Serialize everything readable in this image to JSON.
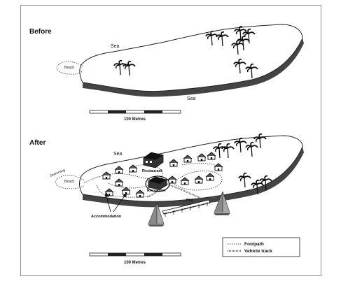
{
  "map": {
    "before": {
      "heading": "Before",
      "labels": {
        "sea_top": "Sea",
        "sea_bottom": "Sea",
        "beach": "Beach"
      },
      "scale": {
        "label": "100 Metres"
      }
    },
    "after": {
      "heading": "After",
      "labels": {
        "sea_top": "Sea",
        "beach": "Beach",
        "swimming": "Swimming",
        "restaurant": "Restaurant",
        "reception": "Reception",
        "pier": "Pier",
        "accommodation": "Accommodation"
      },
      "scale": {
        "label": "100 Metres"
      }
    },
    "legend": {
      "footpath": "Footpath",
      "vehicle_track": "Vehicle track"
    }
  }
}
